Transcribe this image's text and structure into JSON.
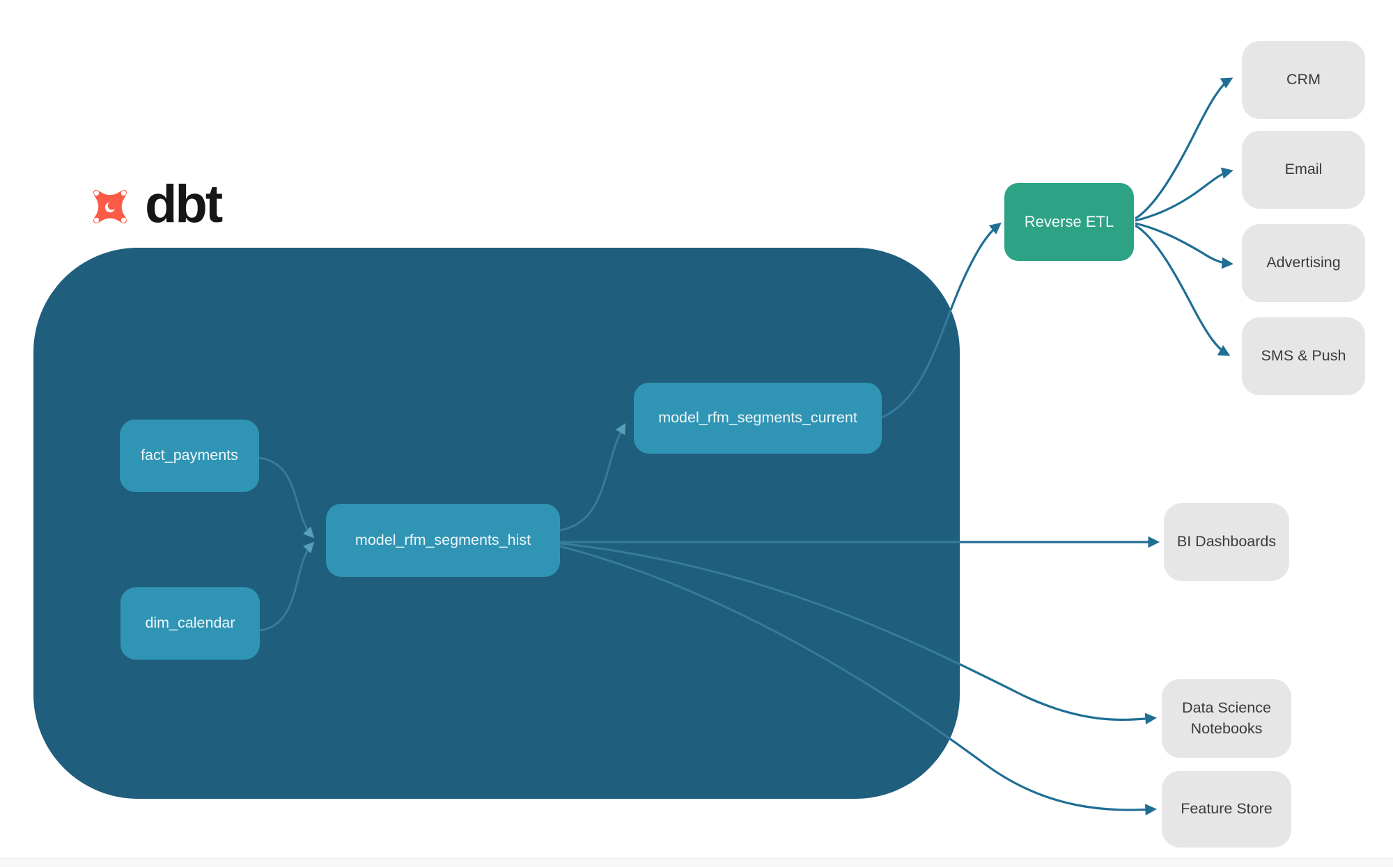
{
  "logo": {
    "brand": "dbt"
  },
  "warehouse": {
    "nodes": [
      {
        "id": "fact_payments",
        "label": "fact_payments"
      },
      {
        "id": "dim_calendar",
        "label": "dim_calendar"
      },
      {
        "id": "model_rfm_segments_hist",
        "label": "model_rfm_segments_hist"
      },
      {
        "id": "model_rfm_segments_current",
        "label": "model_rfm_segments_current"
      }
    ]
  },
  "reverse_etl": {
    "label": "Reverse ETL"
  },
  "activation_destinations": [
    {
      "label": "CRM"
    },
    {
      "label": "Email"
    },
    {
      "label": "Advertising"
    },
    {
      "label": "SMS & Push"
    }
  ],
  "analytics_destinations": [
    {
      "label": "BI Dashboards"
    },
    {
      "label": "Data Science Notebooks"
    },
    {
      "label": "Feature Store"
    }
  ],
  "edges": [
    {
      "from": "fact_payments",
      "to": "model_rfm_segments_hist"
    },
    {
      "from": "dim_calendar",
      "to": "model_rfm_segments_hist"
    },
    {
      "from": "model_rfm_segments_hist",
      "to": "model_rfm_segments_current"
    },
    {
      "from": "model_rfm_segments_current",
      "to": "Reverse ETL"
    },
    {
      "from": "Reverse ETL",
      "to": "CRM"
    },
    {
      "from": "Reverse ETL",
      "to": "Email"
    },
    {
      "from": "Reverse ETL",
      "to": "Advertising"
    },
    {
      "from": "Reverse ETL",
      "to": "SMS & Push"
    },
    {
      "from": "model_rfm_segments_hist",
      "to": "BI Dashboards"
    },
    {
      "from": "model_rfm_segments_hist",
      "to": "Data Science Notebooks"
    },
    {
      "from": "model_rfm_segments_hist",
      "to": "Feature Store"
    }
  ],
  "colors": {
    "warehouse_container": "#1f5e7c",
    "model_node": "#3095b5",
    "reverse_etl": "#2da285",
    "destination_box": "#e6e6e6",
    "edge_outer": "#1f6e93",
    "edge_inner": "#377b9d",
    "logo_orange": "#fb5a47",
    "logo_text": "#161616"
  }
}
